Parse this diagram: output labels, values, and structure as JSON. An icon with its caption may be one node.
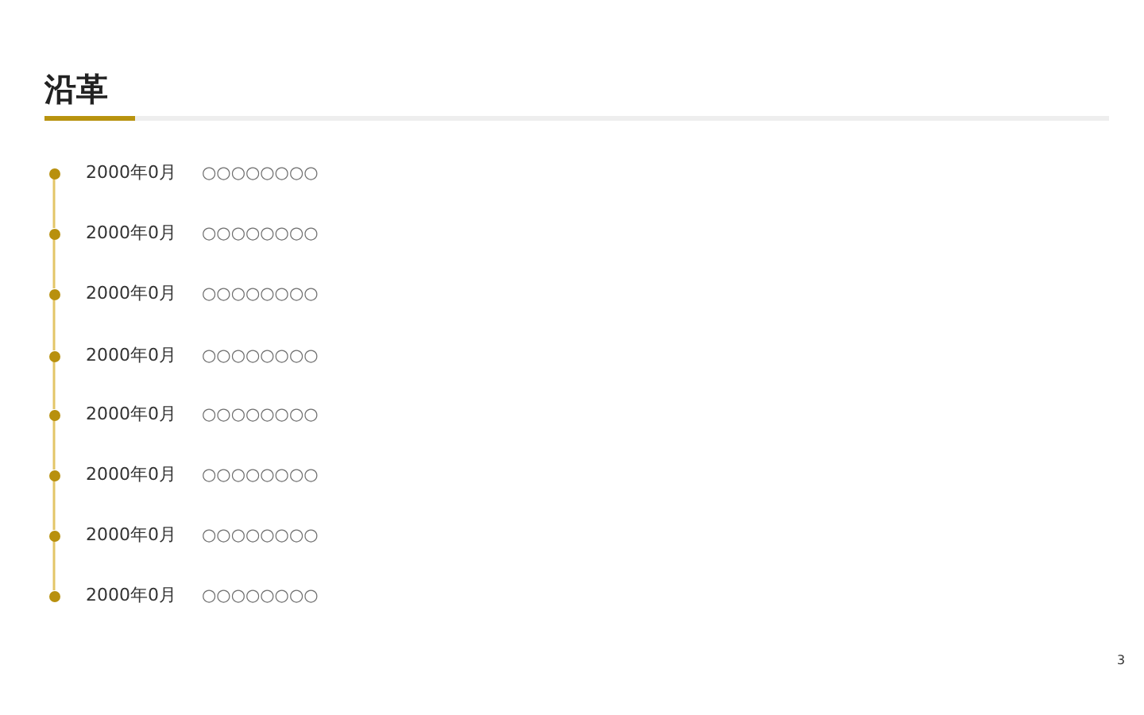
{
  "diagram": {
    "title": "沿革",
    "nodes": [
      {
        "text": [],
        "shape": "circle",
        "beside": [
          "2000年0月",
          "○○○○○○○○"
        ]
      },
      {
        "text": [],
        "shape": "circle",
        "beside": [
          "2000年0月",
          "○○○○○○○○"
        ]
      },
      {
        "text": [],
        "shape": "circle",
        "beside": [
          "2000年0月",
          "○○○○○○○○"
        ]
      },
      {
        "text": [],
        "shape": "circle",
        "beside": [
          "2000年0月",
          "○○○○○○○○"
        ]
      },
      {
        "text": [],
        "shape": "circle",
        "beside": [
          "2000年0月",
          "○○○○○○○○"
        ]
      },
      {
        "text": [],
        "shape": "circle",
        "beside": [
          "2000年0月",
          "○○○○○○○○"
        ]
      },
      {
        "text": [],
        "shape": "circle",
        "beside": [
          "2000年0月",
          "○○○○○○○○"
        ]
      },
      {
        "text": [],
        "shape": "circle",
        "beside": [
          "2000年0月",
          "○○○○○○○○"
        ]
      }
    ],
    "edges": [
      {
        "from": 0,
        "to": 1,
        "arrow": "none"
      },
      {
        "from": 1,
        "to": 2,
        "arrow": "none"
      },
      {
        "from": 2,
        "to": 3,
        "arrow": "none"
      },
      {
        "from": 3,
        "to": 4,
        "arrow": "none"
      },
      {
        "from": 4,
        "to": 5,
        "arrow": "none"
      },
      {
        "from": 5,
        "to": 6,
        "arrow": "none"
      },
      {
        "from": 6,
        "to": 7,
        "arrow": "none"
      }
    ],
    "labels": [
      "3"
    ]
  }
}
